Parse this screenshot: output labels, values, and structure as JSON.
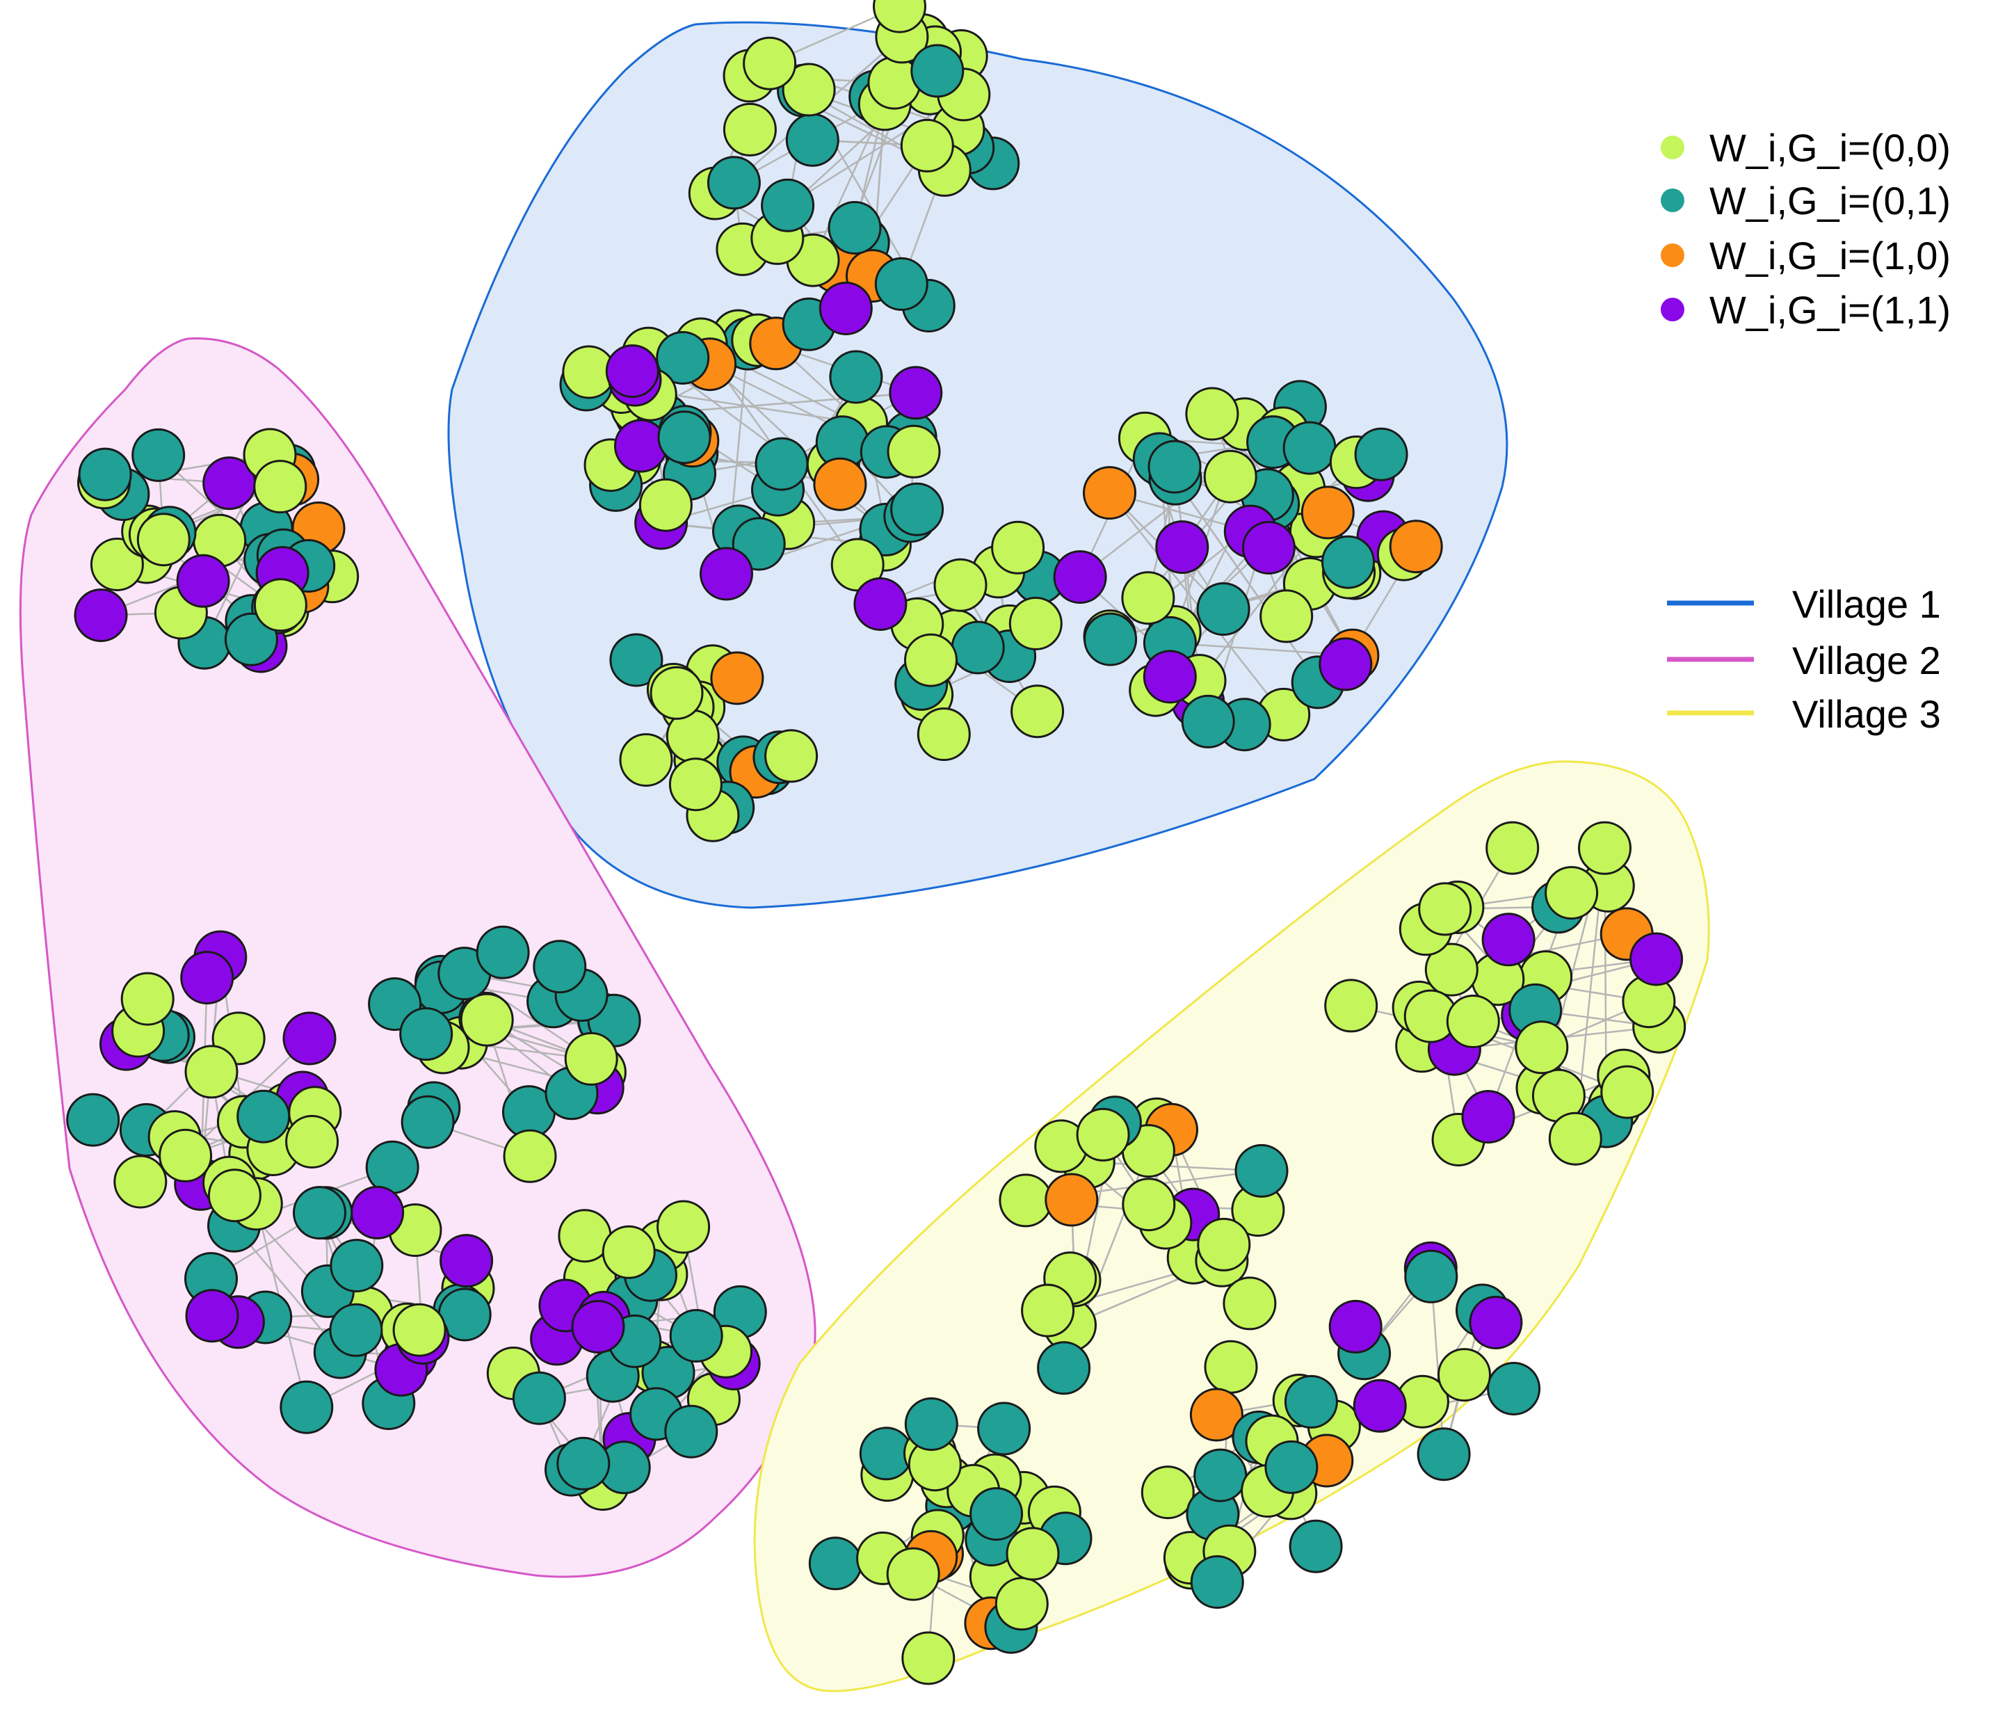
{
  "legend_nodes": {
    "items": [
      {
        "label": "W_i,G_i=(0,0)",
        "color": "#c4f55a"
      },
      {
        "label": "W_i,G_i=(0,1)",
        "color": "#21a095"
      },
      {
        "label": "W_i,G_i=(1,0)",
        "color": "#fb8c16"
      },
      {
        "label": "W_i,G_i=(1,1)",
        "color": "#8a08e8"
      }
    ]
  },
  "legend_villages": {
    "items": [
      {
        "label": "Village 1",
        "color": "#1a6bd6"
      },
      {
        "label": "Village 2",
        "color": "#d657c8"
      },
      {
        "label": "Village 3",
        "color": "#f0e84a"
      }
    ]
  },
  "villages": [
    {
      "name": "Village 1",
      "stroke": "#1a6bd6",
      "fill": "#dde9f8"
    },
    {
      "name": "Village 2",
      "stroke": "#d657c8",
      "fill": "#fae6f8"
    },
    {
      "name": "Village 3",
      "stroke": "#f0e84a",
      "fill": "#fcfce1"
    }
  ]
}
